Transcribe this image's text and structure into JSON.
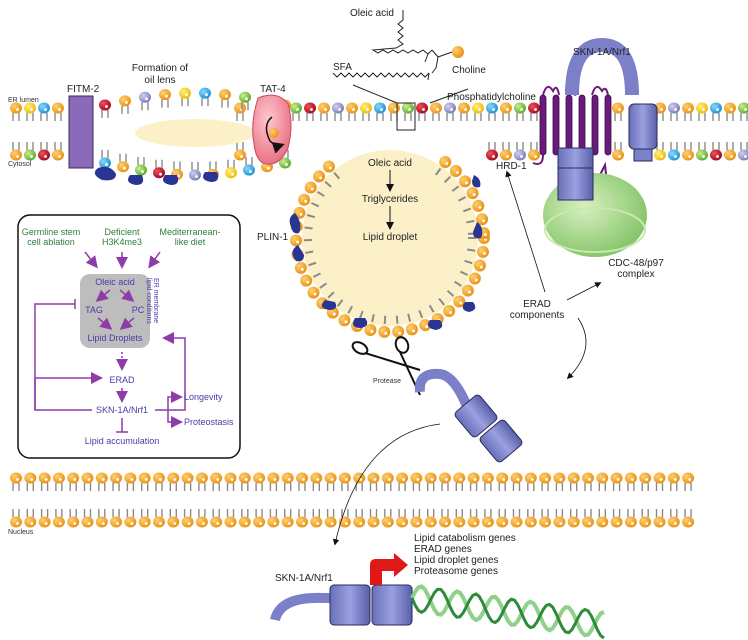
{
  "colors": {
    "head_orange": "#f0a020",
    "head_yellow": "#f5c518",
    "head_blue": "#2aa8e0",
    "head_green": "#7cc242",
    "head_red": "#c0192c",
    "head_lavender": "#9a9ad0",
    "tail_gray": "#8a8a8a",
    "lipid_core": "#fbf0c8",
    "fitm2": "#8b6bb8",
    "tat4": "#f08a9a",
    "hrd1": "#6a1a7a",
    "skn1a": "#7b80c8",
    "cdc48": "#a8d890",
    "plin1": "#283593",
    "box_bg": "#bdbdbd",
    "pathway_arrow": "#8e3ca8",
    "green_text": "#2e7d3a",
    "purple_text": "#4b3aa8",
    "red_arrow": "#e01818",
    "dna_light": "#8fd08a",
    "dna_dark": "#2e8b3a"
  },
  "membrane_labels": {
    "er_lumen": "ER lumen",
    "cytosol": "Cytosol",
    "nucleus": "Nucleus"
  },
  "proteins": {
    "fitm2": "FITM-2",
    "tat4": "TAT-4",
    "skn1a_top": "SKN-1A/Nrf1",
    "hrd1": "HRD-1",
    "plin1": "PLIN-1",
    "cdc48": [
      "CDC-48/p97",
      "complex"
    ],
    "erad_components": [
      "ERAD",
      "components"
    ],
    "protease": "Protease",
    "skn1a_bottom": "SKN-1A/Nrf1"
  },
  "oil_lens": [
    "Formation of",
    "oil lens"
  ],
  "phospholipid": {
    "oleic_acid": "Oleic acid",
    "sfa": "SFA",
    "choline": "Choline",
    "phosphatidylcholine": "Phosphatidylcholine"
  },
  "lipid_droplet": {
    "steps": [
      "Oleic acid",
      "Triglycerides",
      "Lipid droplet"
    ]
  },
  "pathway_box": {
    "inputs": [
      [
        "Germline stem",
        "cell ablation"
      ],
      [
        "Deficient",
        "H3K4me3"
      ],
      [
        "Mediterranean-",
        "like diet"
      ]
    ],
    "oleic_acid": "Oleic acid",
    "tag": "TAG",
    "pc": "PC",
    "lipid_droplets": "Lipid Droplets",
    "er_conditions": [
      "ER membrane",
      "lipid conditions"
    ],
    "erad": "ERAD",
    "skn1a": "SKN-1A/Nrf1",
    "longevity": "Longevity",
    "proteostasis": "Proteostasis",
    "lipid_accumulation": "Lipid accumulation"
  },
  "target_genes": [
    "Lipid catabolism genes",
    "ERAD genes",
    "Lipid droplet genes",
    "Proteasome genes"
  ]
}
